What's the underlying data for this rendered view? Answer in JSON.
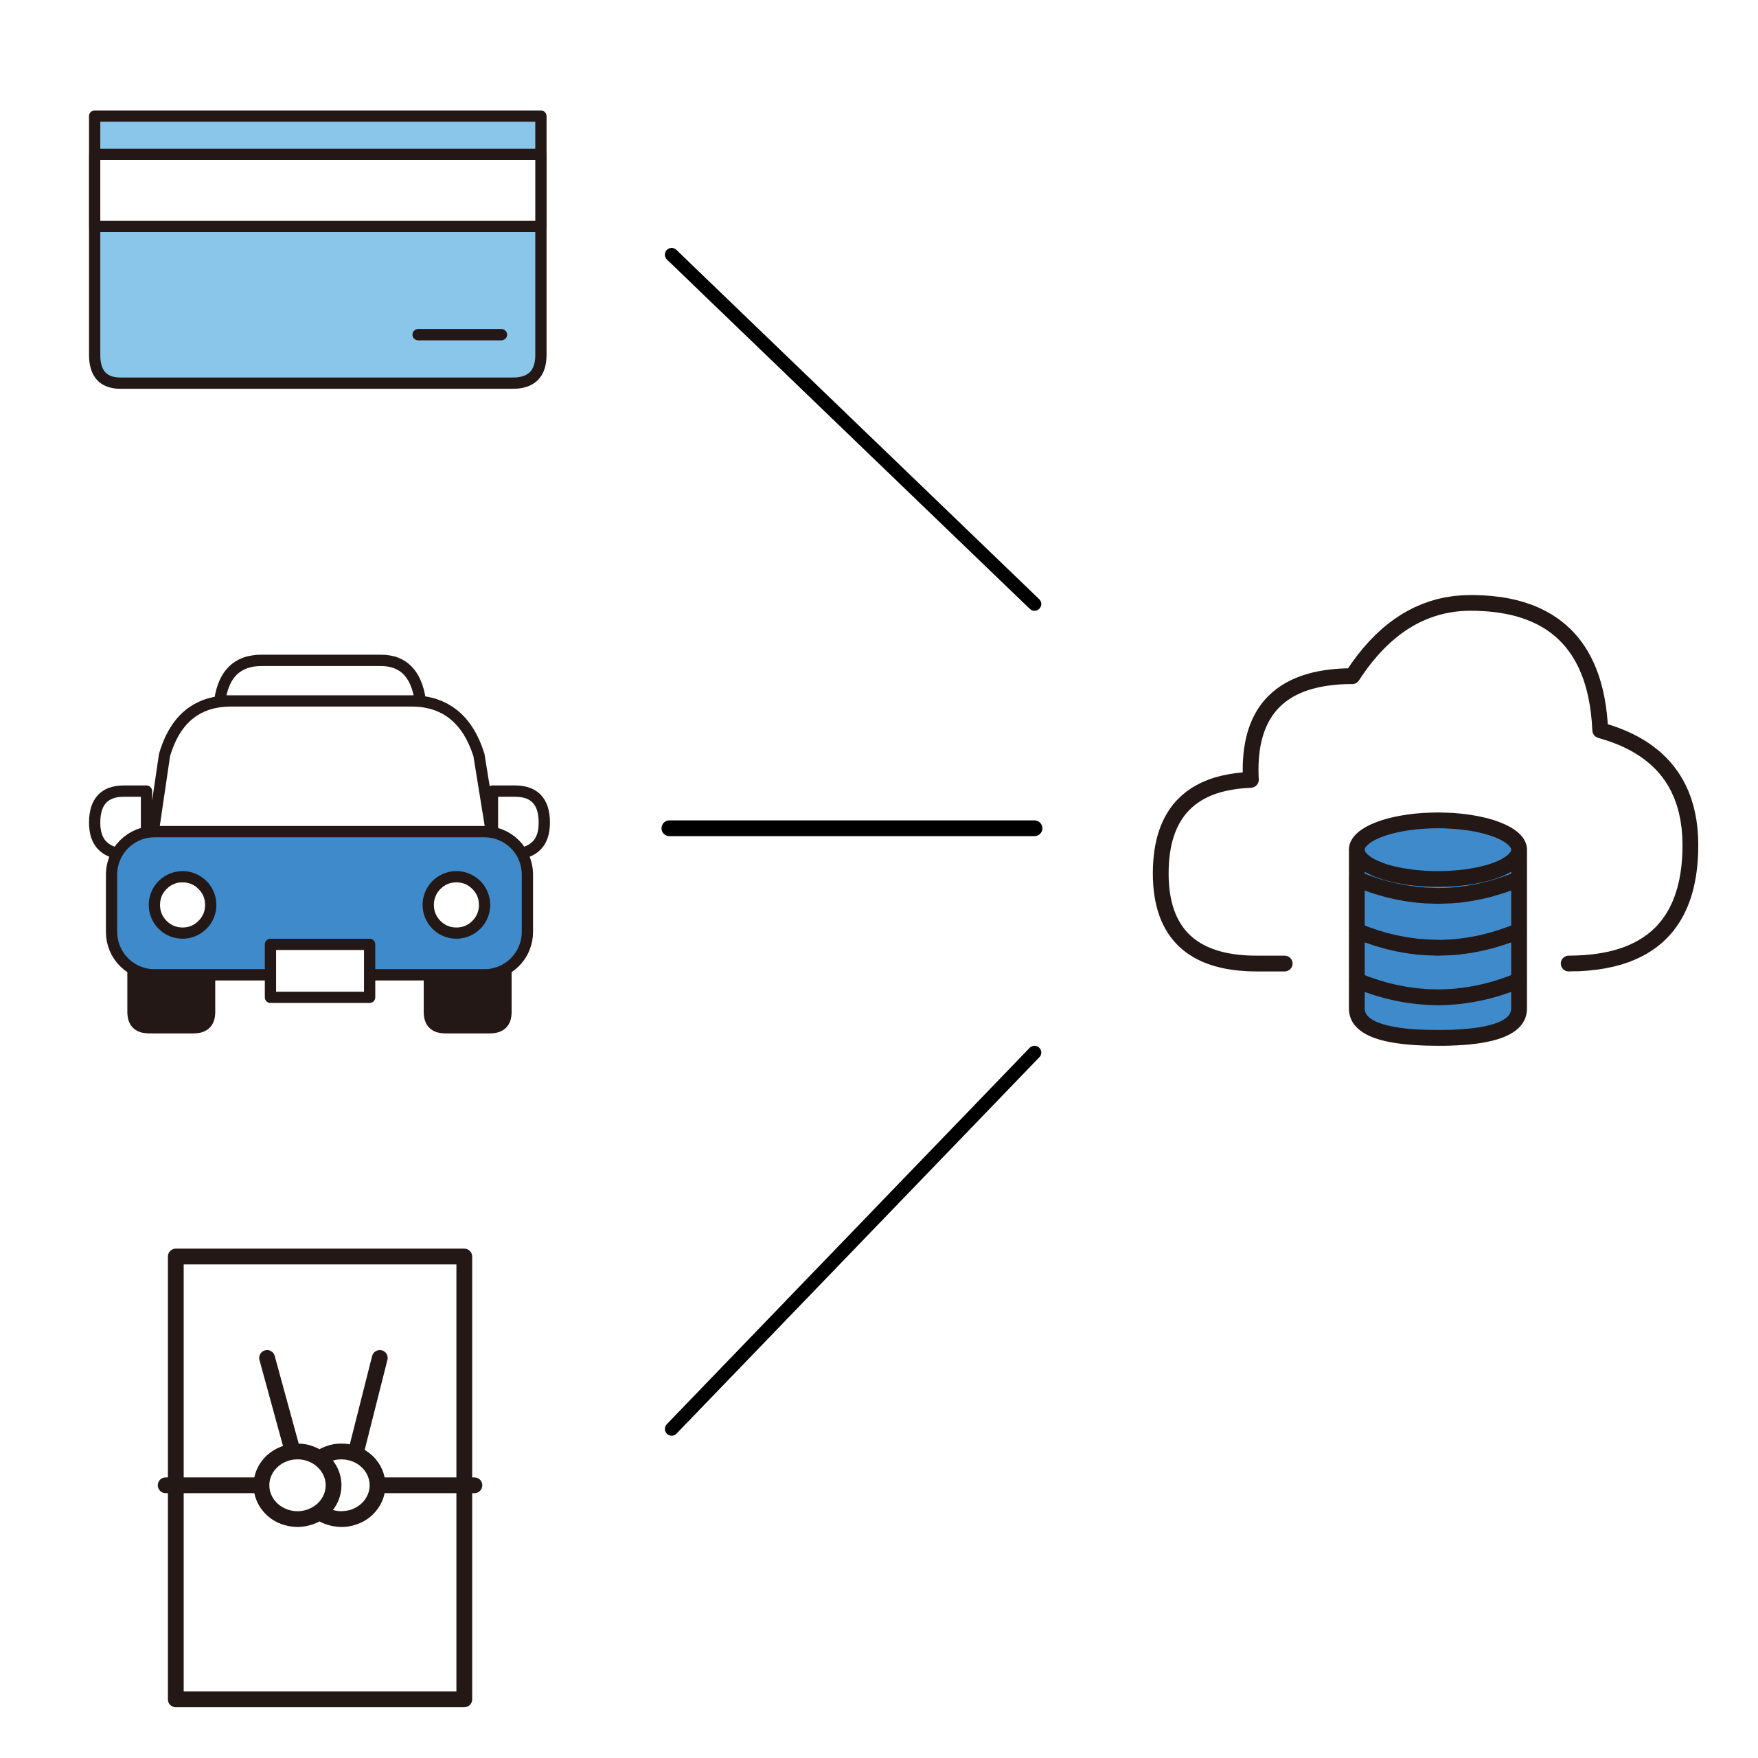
{
  "diagram": {
    "nodes": [
      {
        "id": "card",
        "icon": "credit-card-icon"
      },
      {
        "id": "taxi",
        "icon": "taxi-icon"
      },
      {
        "id": "envelope",
        "icon": "gift-envelope-icon"
      },
      {
        "id": "cloud",
        "icon": "cloud-database-icon"
      }
    ],
    "edges": [
      {
        "from": "card",
        "to": "cloud"
      },
      {
        "from": "taxi",
        "to": "cloud"
      },
      {
        "from": "envelope",
        "to": "cloud"
      }
    ]
  },
  "colors": {
    "outline": "#231815",
    "connector": "#000000",
    "light_blue": "#8AC5EA",
    "mid_blue": "#3F8ACA",
    "background": "#FFFFFF"
  }
}
